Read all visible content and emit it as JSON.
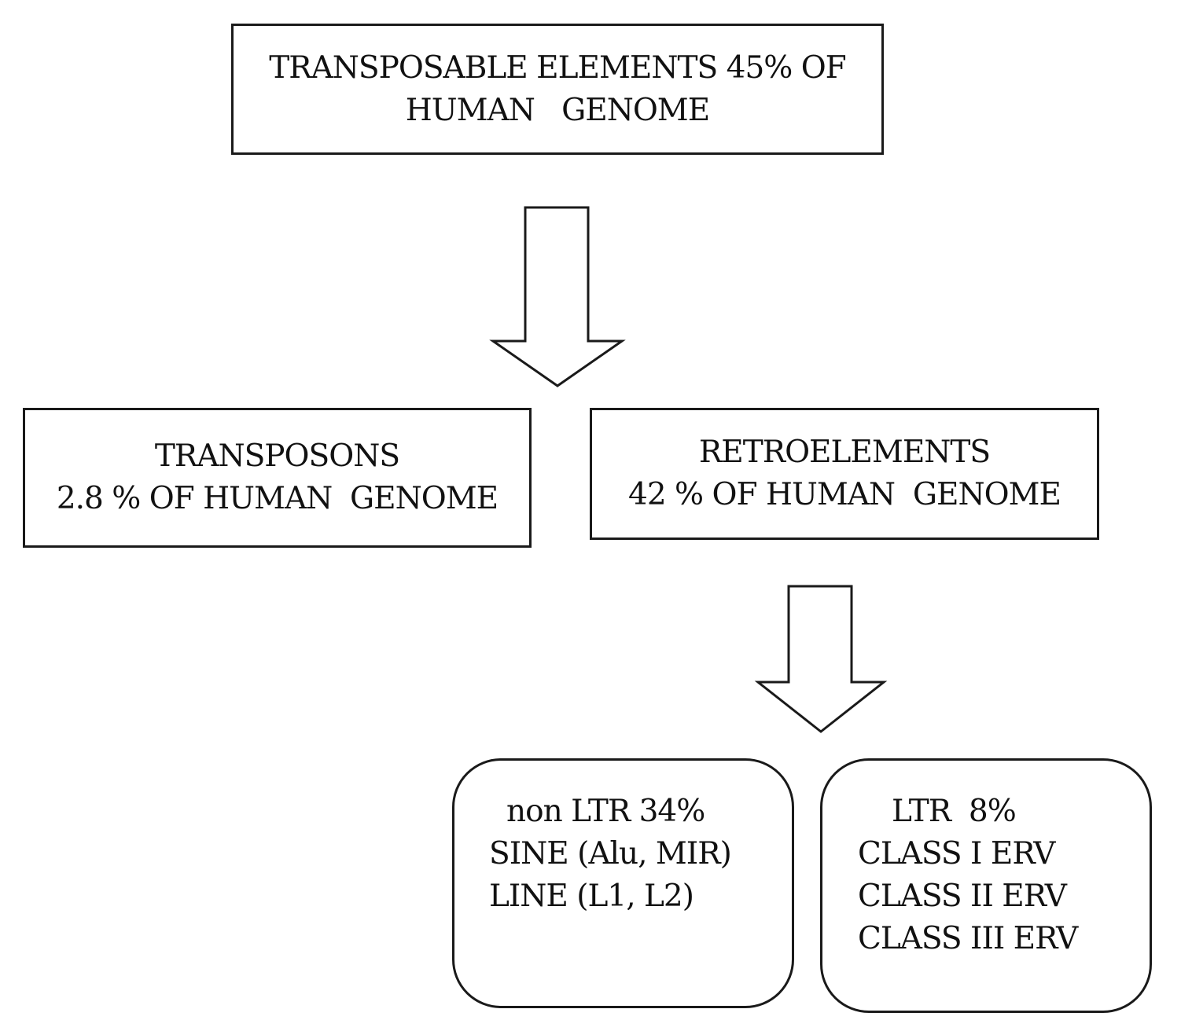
{
  "nodes": {
    "root": {
      "lines": [
        "TRANSPOSABLE ELEMENTS 45% OF",
        "HUMAN   GENOME"
      ]
    },
    "transposons": {
      "lines": [
        "TRANSPOSONS",
        "2.8 % OF HUMAN  GENOME"
      ]
    },
    "retroelements": {
      "lines": [
        "RETROELEMENTS",
        "42 % OF HUMAN  GENOME"
      ]
    },
    "non_ltr": {
      "lines": [
        "non LTR 34%",
        "SINE (Alu, MIR)",
        "LINE (L1, L2)"
      ]
    },
    "ltr": {
      "lines": [
        "LTR  8%",
        "CLASS I ERV",
        "CLASS II ERV",
        "CLASS III ERV"
      ]
    }
  },
  "edges": [
    {
      "from": "root",
      "to": "transposons, retroelements",
      "style": "hollow-block-arrow"
    },
    {
      "from": "retroelements",
      "to": "non_ltr, ltr",
      "style": "hollow-block-arrow"
    }
  ],
  "colors": {
    "stroke": "#1a1a1a",
    "fill": "#ffffff",
    "text": "#111111"
  }
}
